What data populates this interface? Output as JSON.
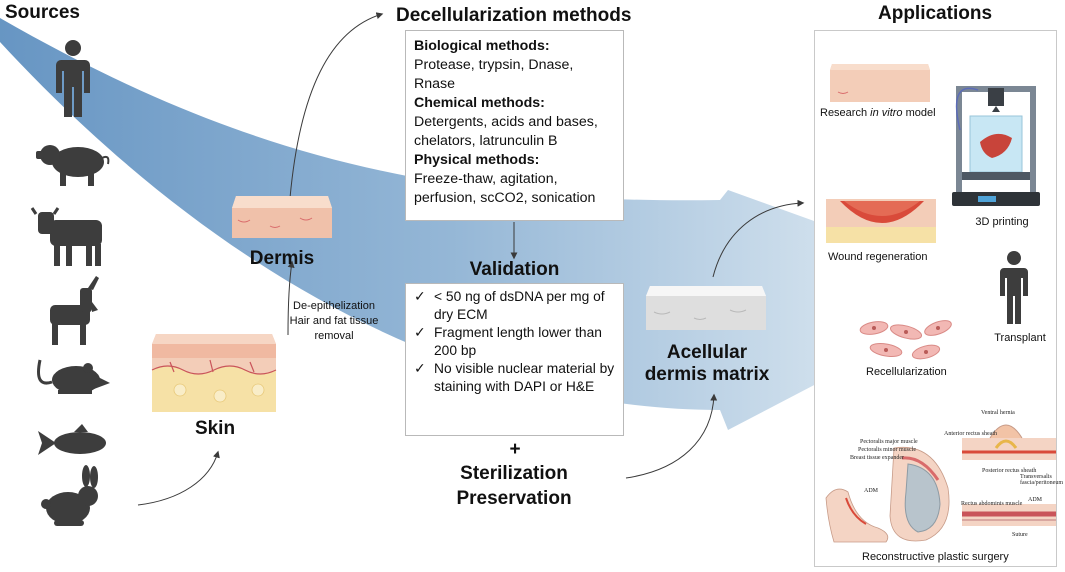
{
  "titles": {
    "sources": "Sources",
    "decell": "Decellularization methods",
    "applications": "Applications"
  },
  "stages": {
    "dermis": "Dermis",
    "skin": "Skin",
    "validation": "Validation",
    "acellular_line1": "Acellular",
    "acellular_line2": "dermis matrix",
    "plus": "+",
    "sterilization": "Sterilization",
    "preservation": "Preservation"
  },
  "methods": [
    {
      "heading": "Biological methods:",
      "text": "Protease, trypsin, Dnase, Rnase"
    },
    {
      "heading": "Chemical methods:",
      "text": "Detergents, acids and bases, chelators, latrunculin B"
    },
    {
      "heading": "Physical methods:",
      "text": "Freeze-thaw, agitation, perfusion, scCO2, sonication"
    }
  ],
  "validation_items": [
    "< 50 ng of dsDNA per mg of dry ECM",
    "Fragment length lower than 200 bp",
    "No visible nuclear material by staining with DAPI or H&E"
  ],
  "check_glyph": "✓",
  "process_note": {
    "line1": "De-epithelization",
    "line2": "Hair and fat tissue",
    "line3": "removal"
  },
  "applications": {
    "research_prefix": "Research ",
    "research_italic": "in vitro",
    "research_suffix": " model",
    "printing": "3D printing",
    "wound": "Wound regeneration",
    "transplant": "Transplant",
    "recellularization": "Recellularization",
    "reconstructive": "Reconstructive plastic surgery"
  },
  "surgery_labels": {
    "ventral_hernia": "Ventral hernia",
    "anterior_sheath": "Anterior rectus sheath",
    "pect_major": "Pectoralis major muscle",
    "pect_minor": "Pectoralis minor muscle",
    "breast_expander": "Breast tissue expander",
    "posterior_sheath": "Posterior rectus sheath",
    "transversalis": "Transversalis fascia/peritoneum",
    "adm1": "ADM",
    "adm2": "ADM",
    "rectus_abd": "Rectus abdominis muscle",
    "suture": "Suture"
  },
  "sources_icons": [
    "human-icon",
    "pig-icon",
    "cow-icon",
    "goat-icon",
    "rat-icon",
    "fish-icon",
    "rabbit-icon"
  ],
  "colors": {
    "arrow_dark": "#5a8dbf",
    "arrow_light": "#dce9f4",
    "tissue_pink": "#f2c9b5",
    "tissue_fat": "#f6e1a6",
    "wound_red": "#d94a3a",
    "silhouette": "#3d3d3d"
  }
}
